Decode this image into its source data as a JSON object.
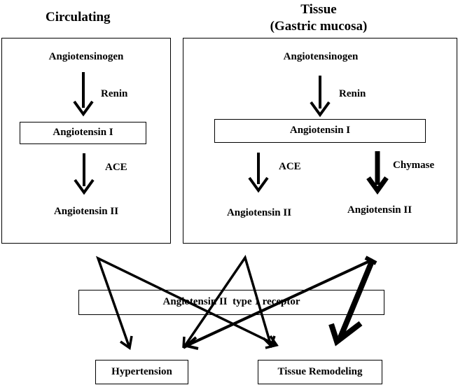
{
  "headers": {
    "circulating": "Circulating",
    "tissue_line1": "Tissue",
    "tissue_line2": "(Gastric mucosa)"
  },
  "circulating": {
    "substrate": "Angiotensinogen",
    "enzyme1": "Renin",
    "intermediate": "Angiotensin I",
    "enzyme2": "ACE",
    "product": "Angiotensin II"
  },
  "tissue": {
    "substrate": "Angiotensinogen",
    "enzyme1": "Renin",
    "intermediate": "Angiotensin I",
    "enzyme_ace": "ACE",
    "enzyme_chymase": "Chymase",
    "product_ace": "Angiotensin II",
    "product_chymase": "Angiotensin II"
  },
  "receptor": "Angiotensin II  type 1 receptor",
  "outcomes": {
    "hypertension": "Hypertension",
    "remodeling": "Tissue Remodeling"
  }
}
